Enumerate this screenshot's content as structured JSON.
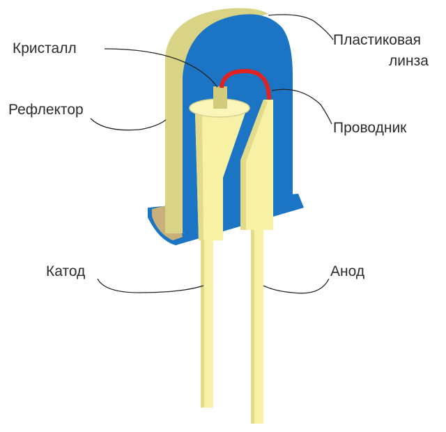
{
  "title": "LED structure diagram",
  "labels": {
    "crystal": "Кристалл",
    "lens_line1": "Пластиковая",
    "lens_line2": "линза",
    "reflector": "Рефлектор",
    "wire": "Проводник",
    "cathode": "Катод",
    "anode": "Анод"
  },
  "colors": {
    "lens_blue": "#1b75c4",
    "shell": "#d8d385",
    "lead": "#f7f1a6",
    "lead_shade": "#e2db8a",
    "wire": "#e02222",
    "leader": "#222222"
  }
}
